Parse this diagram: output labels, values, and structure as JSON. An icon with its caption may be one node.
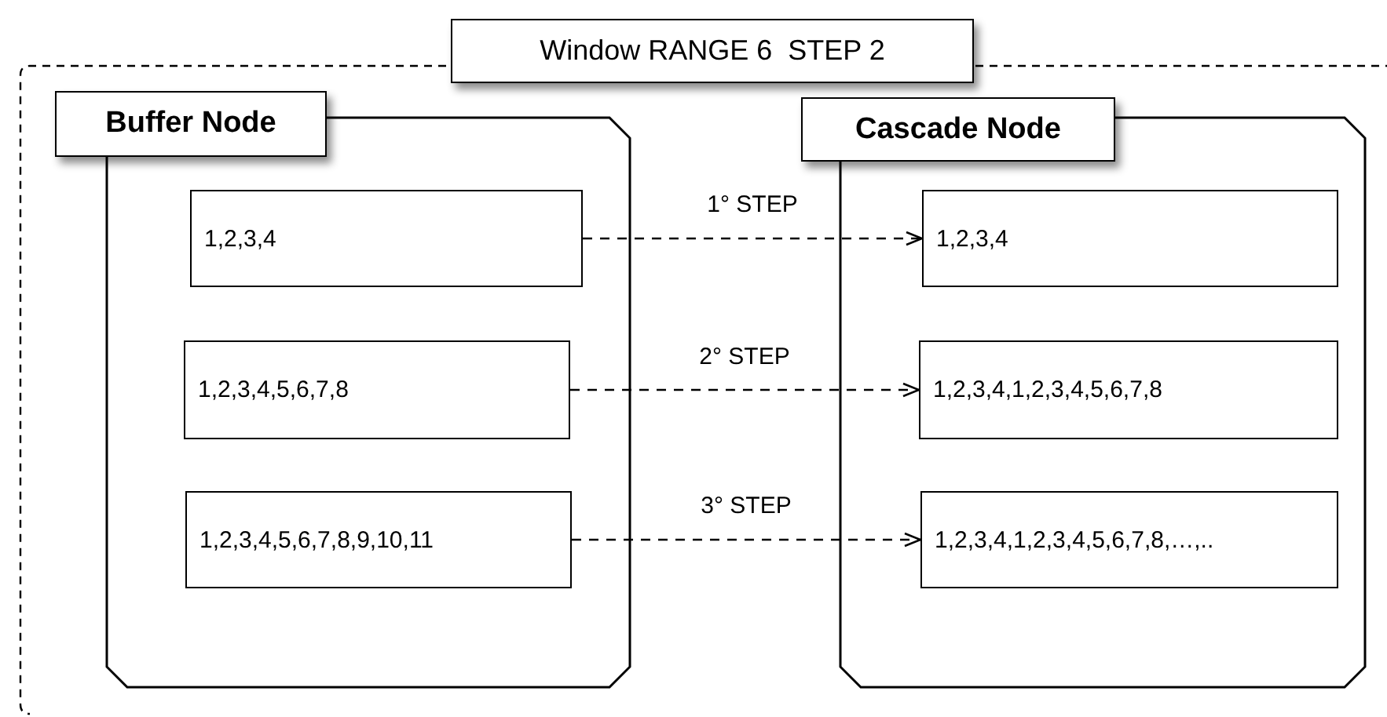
{
  "diagram": {
    "nodes": [
      {
        "text": [
          "Window RANGE 6  STEP 2"
        ]
      },
      {
        "text": [
          "Buffer Node"
        ],
        "in": 0
      },
      {
        "text": [
          "1,2,3,4"
        ],
        "in": 1
      },
      {
        "text": [
          "1,2,3,4,5,6,7,8"
        ],
        "in": 1
      },
      {
        "text": [
          "1,2,3,4,5,6,7,8,9,10,11"
        ],
        "in": 1
      },
      {
        "text": [
          "Cascade Node"
        ],
        "in": 0
      },
      {
        "text": [
          "1,2,3,4"
        ],
        "in": 5
      },
      {
        "text": [
          "1,2,3,4,1,2,3,4,5,6,7,8"
        ],
        "in": 5
      },
      {
        "text": [
          "1,2,3,4,1,2,3,4,5,6,7,8,…,.."
        ],
        "in": 5
      }
    ],
    "edges": [
      {
        "from": 2,
        "to": 6,
        "arrow": "to",
        "label": "1° STEP",
        "style": "dashed"
      },
      {
        "from": 3,
        "to": 7,
        "arrow": "to",
        "label": "2° STEP",
        "style": "dashed"
      },
      {
        "from": 4,
        "to": 8,
        "arrow": "to",
        "label": "3° STEP",
        "style": "dashed"
      }
    ]
  }
}
